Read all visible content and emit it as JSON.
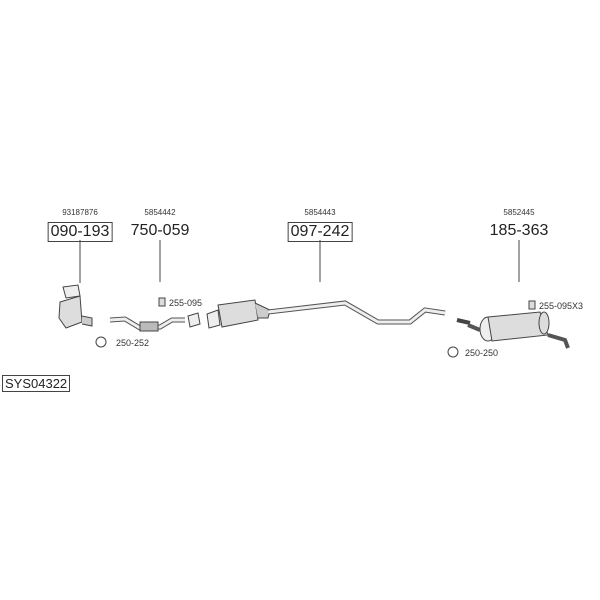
{
  "system_code": "SYS04322",
  "parts": [
    {
      "oem": "93187876",
      "number": "090-193",
      "boxed": true
    },
    {
      "oem": "5854442",
      "number": "750-059",
      "boxed": false
    },
    {
      "oem": "5854443",
      "number": "097-242",
      "boxed": true
    },
    {
      "oem": "5852445",
      "number": "185-363",
      "boxed": false
    }
  ],
  "accessories": [
    {
      "icon": "mounting-kit-icon",
      "label": "255-095"
    },
    {
      "icon": "clamp-icon",
      "label": "250-252"
    },
    {
      "icon": "mounting-kit-icon",
      "label": "255-095X3"
    },
    {
      "icon": "clamp-icon",
      "label": "250-250"
    }
  ]
}
